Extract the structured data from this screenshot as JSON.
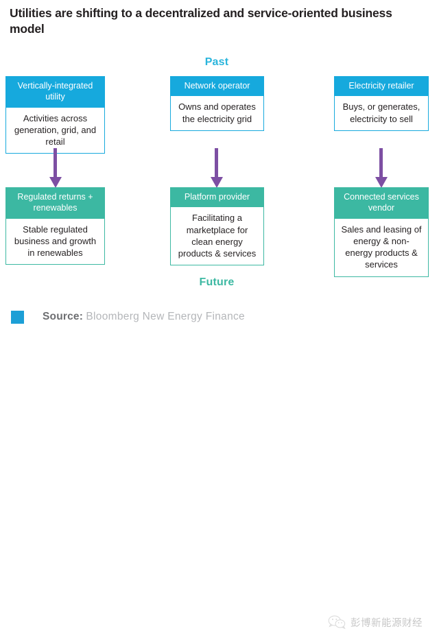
{
  "title": "Utilities are shifting to a decentralized and service-oriented business model",
  "eras": {
    "past": "Past",
    "future": "Future"
  },
  "colors": {
    "past_accent": "#16a9dd",
    "future_accent": "#3cb8a2",
    "arrow": "#7d4fa3",
    "title_text": "#231f20",
    "source_label": "#6d6e71",
    "source_value": "#b4b6b9"
  },
  "columns": [
    {
      "past": {
        "heading": "Vertically-integrated utility",
        "body": "Activities across generation, grid, and retail"
      },
      "arrow": "down-arrow",
      "future": {
        "heading": "Regulated returns + renewables",
        "body": "Stable regulated business and growth in renewables"
      }
    },
    {
      "past": {
        "heading": "Network operator",
        "body": "Owns and operates the electricity grid"
      },
      "arrow": "down-arrow",
      "future": {
        "heading": "Platform provider",
        "body": "Facilitating a marketplace for clean energy products & services"
      }
    },
    {
      "past": {
        "heading": "Electricity retailer",
        "body": "Buys, or generates, electricity to sell"
      },
      "arrow": "down-arrow",
      "future": {
        "heading": "Connected services vendor",
        "body": "Sales and leasing of energy & non-energy products & services"
      }
    }
  ],
  "footer": {
    "source_label": "Source:",
    "source_value": "Bloomberg New Energy Finance"
  },
  "watermark": {
    "icon": "wechat-icon",
    "text": "彭博新能源财经"
  }
}
